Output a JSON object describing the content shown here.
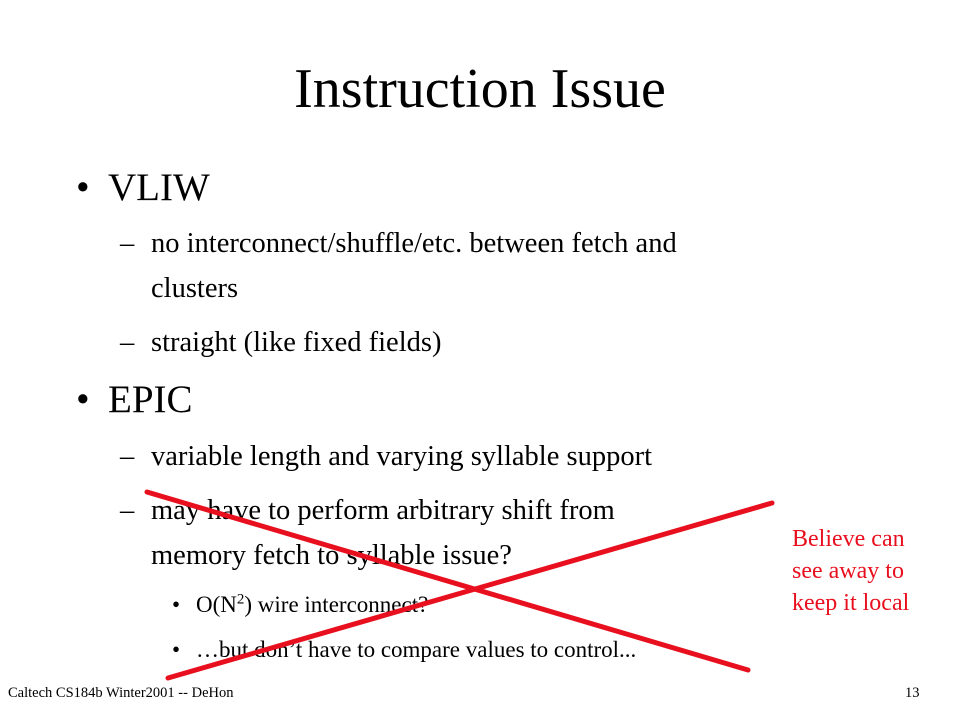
{
  "slide": {
    "title": "Instruction Issue",
    "bullets": [
      {
        "label": "VLIW",
        "subs": [
          {
            "line1": "no interconnect/shuffle/etc. between fetch and",
            "line2": "clusters"
          },
          {
            "line1": "straight (like fixed fields)"
          }
        ]
      },
      {
        "label": "EPIC",
        "subs": [
          {
            "line1": "variable length and varying syllable support"
          },
          {
            "line1": "may have to perform arbitrary shift from",
            "line2": "memory fetch to syllable issue?",
            "subs": [
              {
                "pre": "O(N",
                "sup": "2",
                "post": ") wire interconnect?"
              },
              {
                "text": "…but don’t have to compare values to control..."
              }
            ]
          }
        ]
      }
    ],
    "note": [
      "Believe can",
      "see away to",
      "keep it local"
    ],
    "footer": {
      "left": "Caltech CS184b Winter2001 -- DeHon",
      "page": "13"
    },
    "colors": {
      "annotation": "#e8101e",
      "text": "#000000",
      "background": "#ffffff"
    }
  }
}
